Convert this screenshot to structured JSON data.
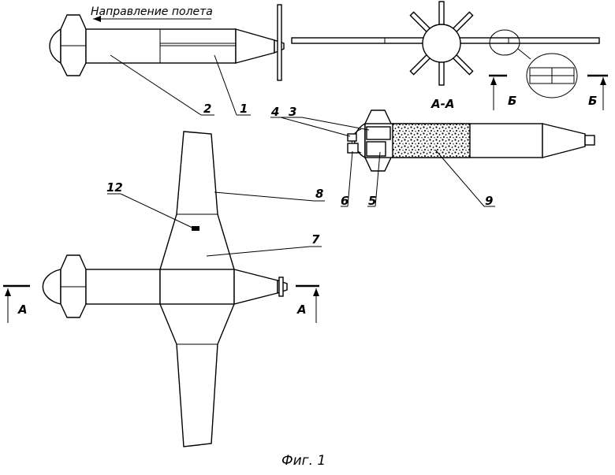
{
  "figure": {
    "direction_label": "Направление полета",
    "caption": "Фиг. 1",
    "section_aa": "А-А",
    "letter_a": "А",
    "letter_b": "Б"
  },
  "callouts": {
    "n1": "1",
    "n2": "2",
    "n3": "3",
    "n4": "4",
    "n5": "5",
    "n6": "6",
    "n7": "7",
    "n8": "8",
    "n9": "9",
    "n12": "12"
  },
  "colors": {
    "ink": "#000000",
    "paper": "#ffffff"
  }
}
